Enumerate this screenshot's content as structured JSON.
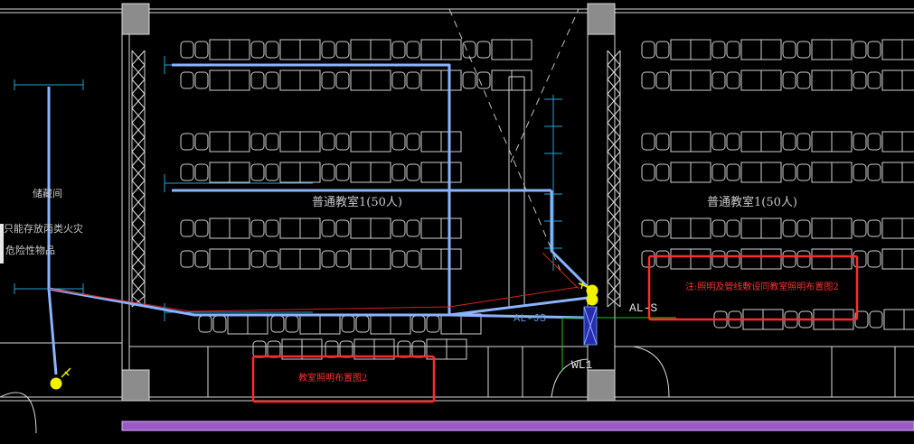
{
  "rooms": {
    "left_classroom": "普通教室1(50人)",
    "right_classroom": "普通教室1(50人)"
  },
  "storage": {
    "name": "储藏间",
    "line1": "只能存放丙类火灾",
    "line2": "危险性物品"
  },
  "wires": {
    "al_s": "AL-S",
    "al_js": "AL-JS",
    "wl1": "WL1"
  },
  "notes": {
    "right_note": "注:照明及管线敷设同教室照明布置图2",
    "bottom_note": "教室照明布置图2"
  },
  "colors": {
    "background": "#000000",
    "wall": "#d9d9d9",
    "furniture": "#cfcfcf",
    "lighting_circuit": "#8ab4ff",
    "dimension": "#1fa3d6",
    "annotation_box": "#ff2a2a",
    "feeder": "#19c919",
    "fixture": "#f2f200",
    "foundation_strip": "#9b59c7"
  }
}
